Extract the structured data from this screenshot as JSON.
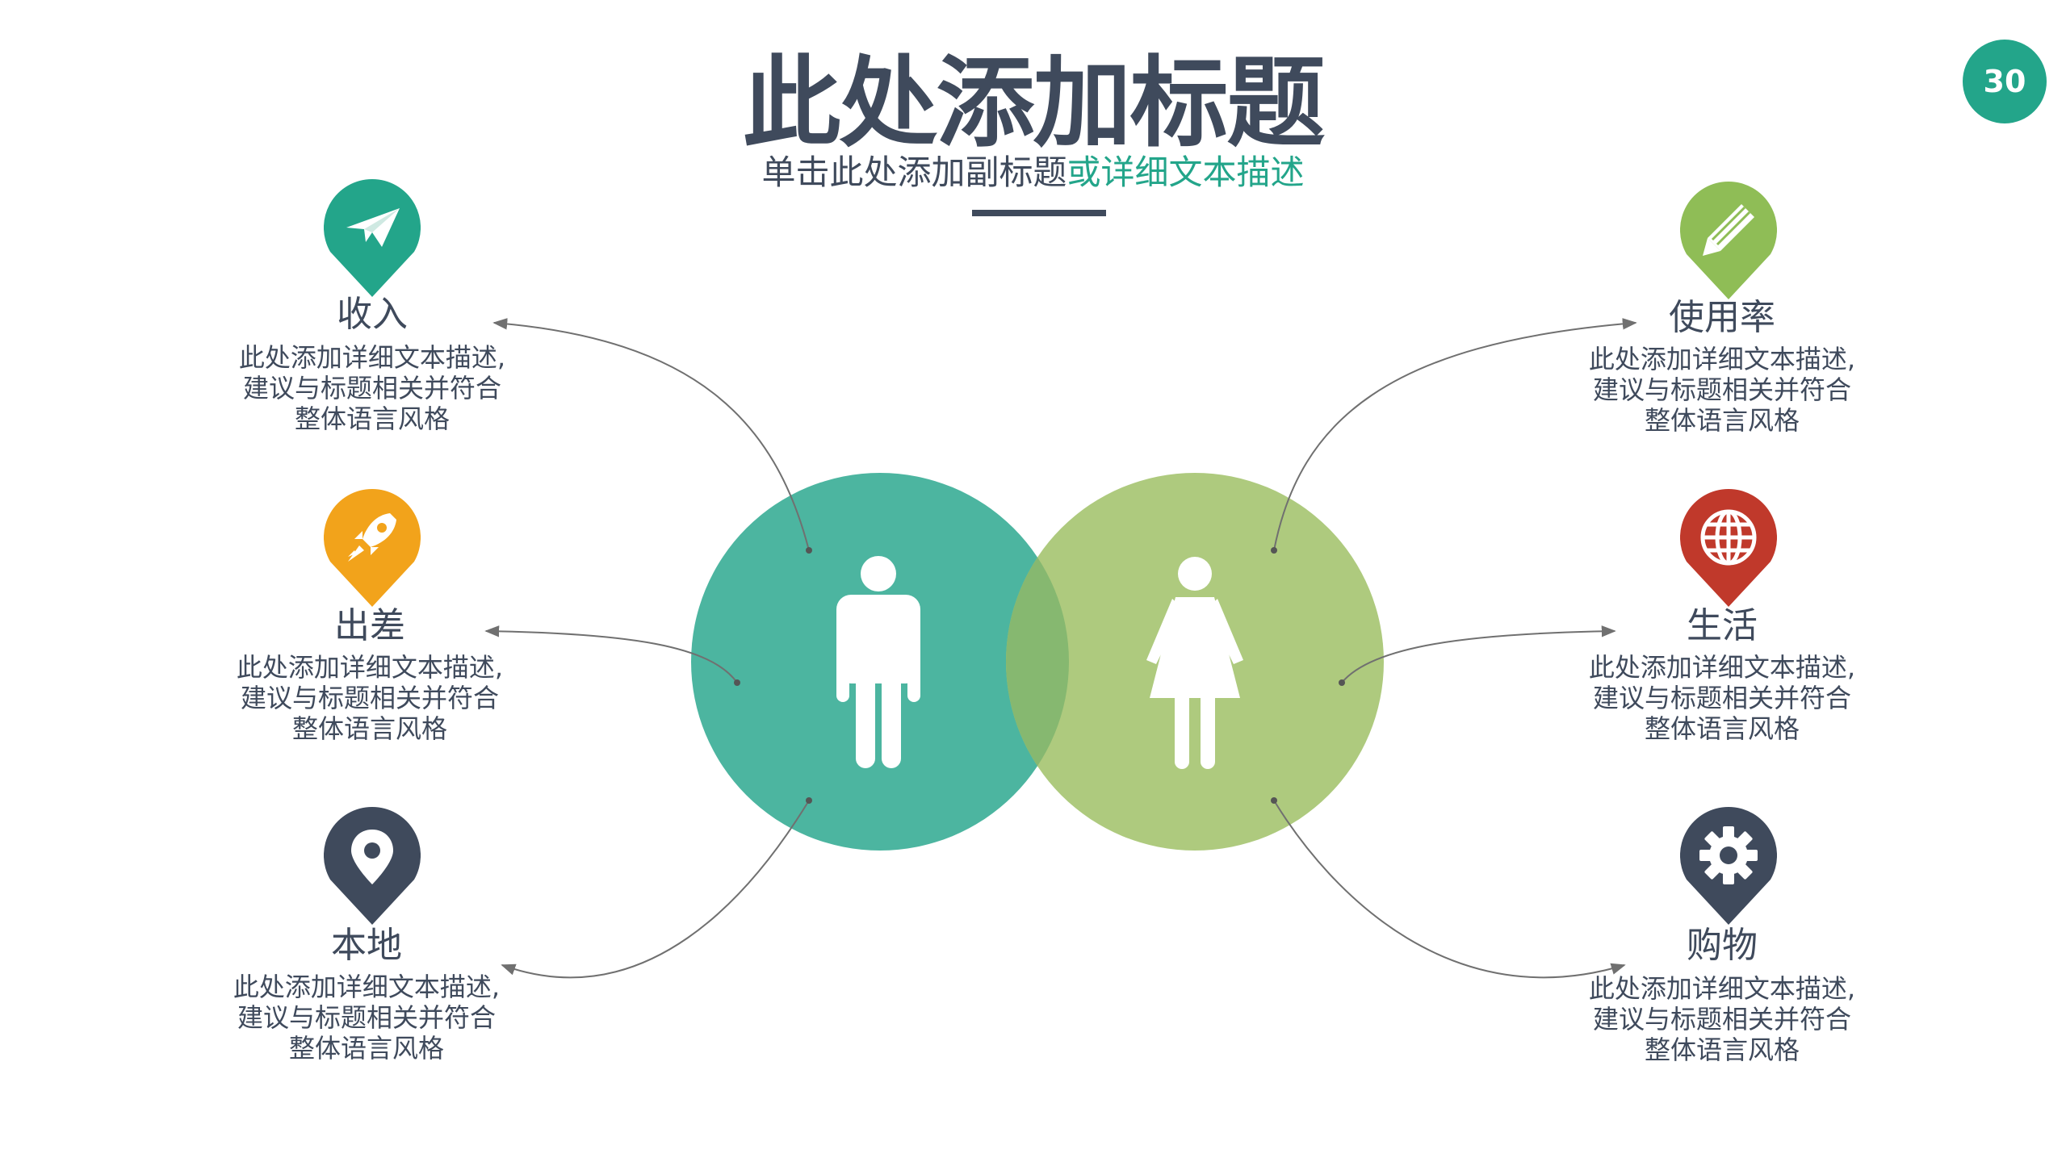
{
  "page_number": "30",
  "title": "此处添加标题",
  "subtitle": {
    "part1": "单击此处添加副标题",
    "part2": "或详细文本描述"
  },
  "colors": {
    "title": "#3f4a5c",
    "accent_teal": "#23a58a",
    "male_circle": "#4cb5a0",
    "female_circle": "#aeca7e",
    "overlap": "#86b870",
    "orange": "#f2a31b",
    "navy": "#3f4a5c",
    "lime": "#8fbd56",
    "red": "#c0392b",
    "connector": "#707070"
  },
  "items": [
    {
      "title": "收入",
      "icon": "paper-plane-icon",
      "color": "#23a58a",
      "desc": [
        "此处添加详细文本描述,",
        "建议与标题相关并符合",
        "整体语言风格"
      ]
    },
    {
      "title": "出差",
      "icon": "rocket-icon",
      "color": "#f2a31b",
      "desc": [
        "此处添加详细文本描述,",
        "建议与标题相关并符合",
        "整体语言风格"
      ]
    },
    {
      "title": "本地",
      "icon": "location-pin-icon",
      "color": "#3f4a5c",
      "desc": [
        "此处添加详细文本描述,",
        "建议与标题相关并符合",
        "整体语言风格"
      ]
    },
    {
      "title": "使用率",
      "icon": "pencil-icon",
      "color": "#8fbd56",
      "desc": [
        "此处添加详细文本描述,",
        "建议与标题相关并符合",
        "整体语言风格"
      ]
    },
    {
      "title": "生活",
      "icon": "globe-icon",
      "color": "#c0392b",
      "desc": [
        "此处添加详细文本描述,",
        "建议与标题相关并符合",
        "整体语言风格"
      ]
    },
    {
      "title": "购物",
      "icon": "gear-icon",
      "color": "#3f4a5c",
      "desc": [
        "此处添加详细文本描述,",
        "建议与标题相关并符合",
        "整体语言风格"
      ]
    }
  ],
  "figures": {
    "left": "male-figure-icon",
    "right": "female-figure-icon"
  }
}
